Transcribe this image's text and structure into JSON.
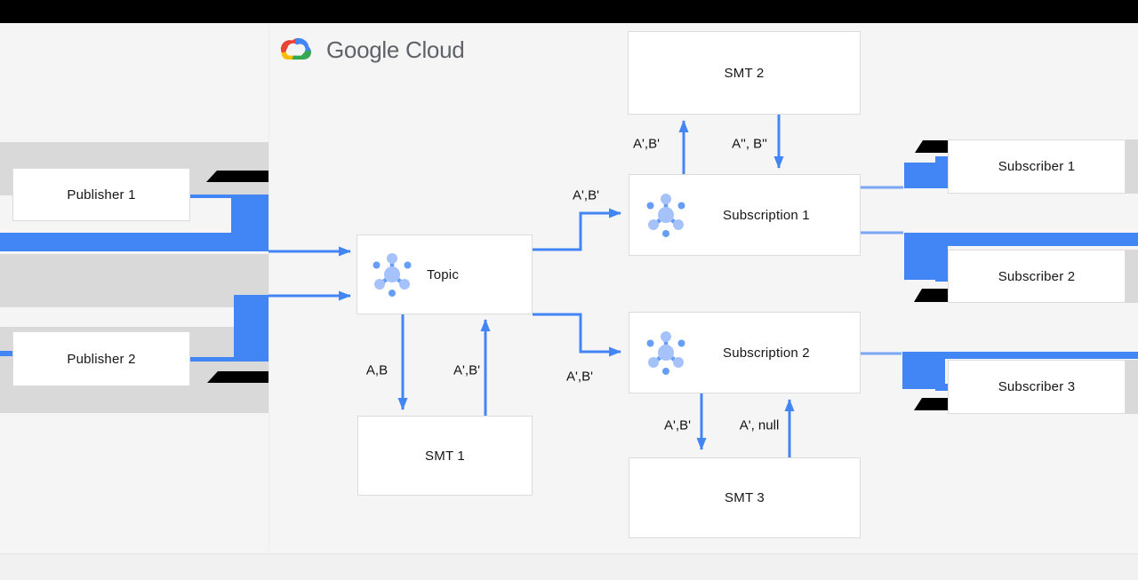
{
  "logo": {
    "google": "Google",
    "cloud": "Cloud"
  },
  "nodes": {
    "publisher1": {
      "label": "Publisher 1"
    },
    "publisher2": {
      "label": "Publisher 2"
    },
    "topic": {
      "label": "Topic"
    },
    "smt1": {
      "label": "SMT 1"
    },
    "smt2": {
      "label": "SMT 2"
    },
    "smt3": {
      "label": "SMT 3"
    },
    "subscription1": {
      "label": "Subscription 1"
    },
    "subscription2": {
      "label": "Subscription 2"
    },
    "subscriber1": {
      "label": "Subscriber 1"
    },
    "subscriber2": {
      "label": "Subscriber 2"
    },
    "subscriber3": {
      "label": "Subscriber 3"
    }
  },
  "edges": [
    {
      "from": "Publisher 1",
      "to": "Topic",
      "label": ""
    },
    {
      "from": "Publisher 2",
      "to": "Topic",
      "label": ""
    },
    {
      "from": "Topic",
      "to": "Subscription 1",
      "label": "A',B'"
    },
    {
      "from": "Topic",
      "to": "Subscription 2",
      "label": "A',B'"
    },
    {
      "from": "Topic",
      "to": "SMT 1",
      "label": "A,B"
    },
    {
      "from": "SMT 1",
      "to": "Topic",
      "label": "A',B'"
    },
    {
      "from": "Subscription 1",
      "to": "SMT 2",
      "label": "A',B'"
    },
    {
      "from": "SMT 2",
      "to": "Subscription 1",
      "label": "A'', B''"
    },
    {
      "from": "Subscription 2",
      "to": "SMT 3",
      "label": "A',B'"
    },
    {
      "from": "SMT 3",
      "to": "Subscription 2",
      "label": "A', null"
    },
    {
      "from": "Subscription 1",
      "to": "Subscriber 1",
      "label": ""
    },
    {
      "from": "Subscription 1",
      "to": "Subscriber 2",
      "label": ""
    },
    {
      "from": "Subscription 2",
      "to": "Subscriber 3",
      "label": ""
    }
  ],
  "colors": {
    "arrow_blue": "#4285f4",
    "stub_blue": "#7aa7f8",
    "band_gray": "#d9d9d9",
    "bar_black": "#000000",
    "icon_light_blue": "#a5c3fa",
    "icon_medium_blue": "#669df6",
    "logo_text_gray": "#5f6368"
  }
}
